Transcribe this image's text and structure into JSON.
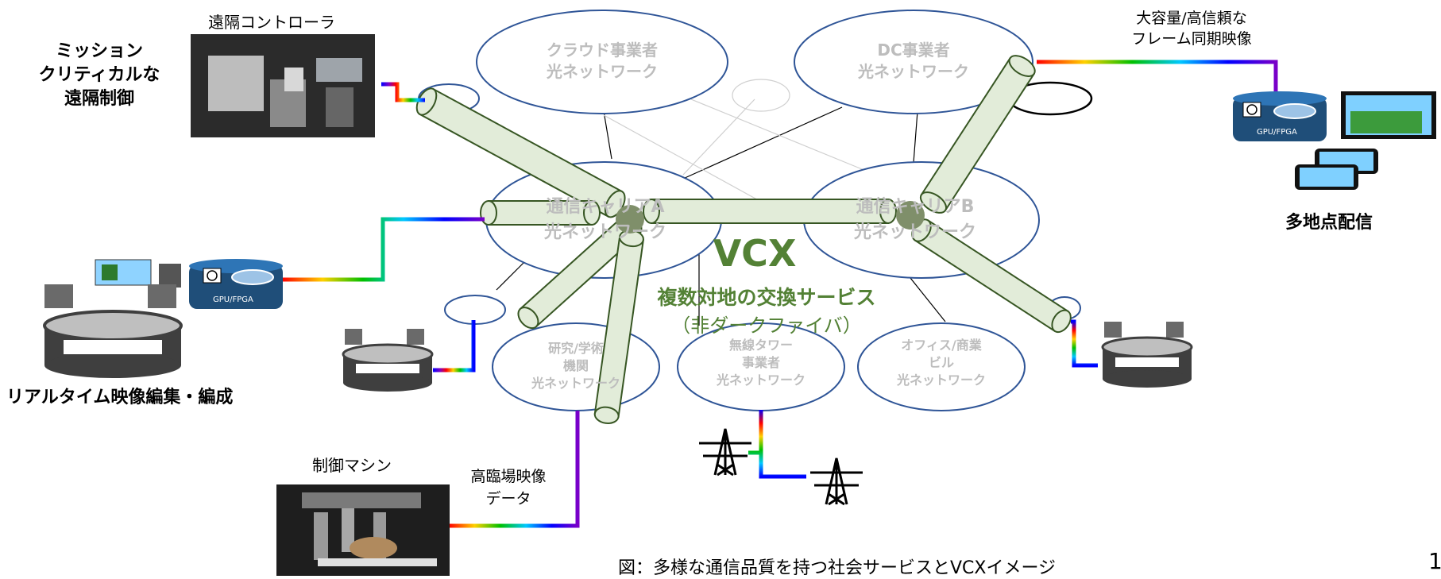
{
  "labels": {
    "remote_controller": "遠隔コントローラ",
    "mission_critical": "ミッション\nクリティカルな\n遠隔制御",
    "realtime_edit": "リアルタイム映像編集・編成",
    "control_machine": "制御マシン",
    "high_presence": "高臨場映像\nデータ",
    "large_capacity": "大容量/高信頼な\nフレーム同期映像",
    "multi_point": "多地点配信",
    "vcx_title": "VCX",
    "vcx_sub": "複数対地の交換サービス",
    "vcx_paren": "（非ダークファイバ）",
    "gpu_left": "GPU/FPGA",
    "gpu_right": "GPU/FPGA",
    "page_number": "1"
  },
  "networks": {
    "cloud": "クラウド事業者\n光ネットワーク",
    "dc": "DC事業者\n光ネットワーク",
    "carrier_a": "通信キャリアA\n光ネットワーク",
    "carrier_b": "通信キャリアB\n光ネットワーク",
    "research": "研究/学術\n機関\n光ネットワーク",
    "wireless": "無線タワー\n事業者\n光ネットワーク",
    "office": "オフィス/商業\nビル\n光ネットワーク"
  },
  "caption": "図：多様な通信品質を持つ社会サービスとVCXイメージ",
  "colors": {
    "ellipse_stroke": "#2f5597",
    "tube_fill": "#e2ecd9",
    "tube_stroke": "#375623",
    "node": "#7f8f6a",
    "vcx_green": "#538135"
  }
}
